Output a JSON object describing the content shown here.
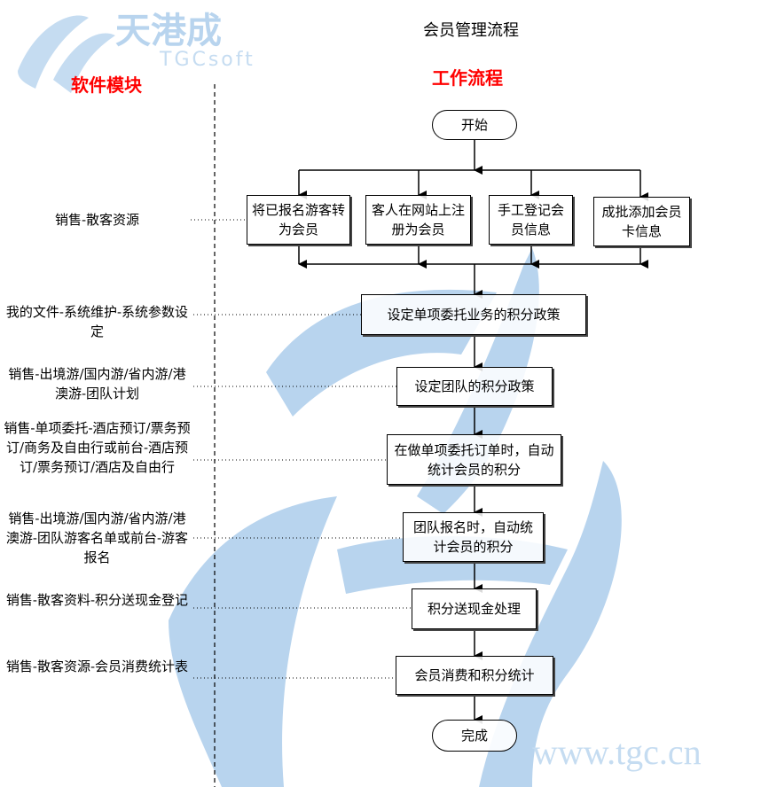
{
  "title": "会员管理流程",
  "headers": {
    "modules": "软件模块",
    "workflow": "工作流程"
  },
  "watermark": {
    "logo_cn": "天港成",
    "logo_en": "TGCsoft",
    "url": "www.tgc.cn"
  },
  "flow": {
    "start": "开始",
    "sources": [
      "将已报名游客转为会员",
      "客人在网站上注册为会员",
      "手工登记会员信息",
      "成批添加会员卡信息"
    ],
    "steps": [
      "设定单项委托业务的积分政策",
      "设定团队的积分政策",
      "在做单项委托订单时，自动统计会员的积分",
      "团队报名时，自动统计会员的积分",
      "积分送现金处理",
      "会员消费和积分统计"
    ],
    "end": "完成"
  },
  "modules": [
    "销售-散客资源",
    "我的文件-系统维护-系统参数设定",
    "销售-出境游/国内游/省内游/港澳游-团队计划",
    "销售-单项委托-酒店预订/票务预订/商务及自由行或前台-酒店预订/票务预订/酒店及自由行",
    "销售-出境游/国内游/省内游/港澳游-团队游客名单或前台-游客报名",
    "销售-散客资料-积分送现金登记",
    "销售-散客资源-会员消费统计表"
  ],
  "colors": {
    "accent": "#ff0000",
    "watermark": "#b8d4ee"
  }
}
